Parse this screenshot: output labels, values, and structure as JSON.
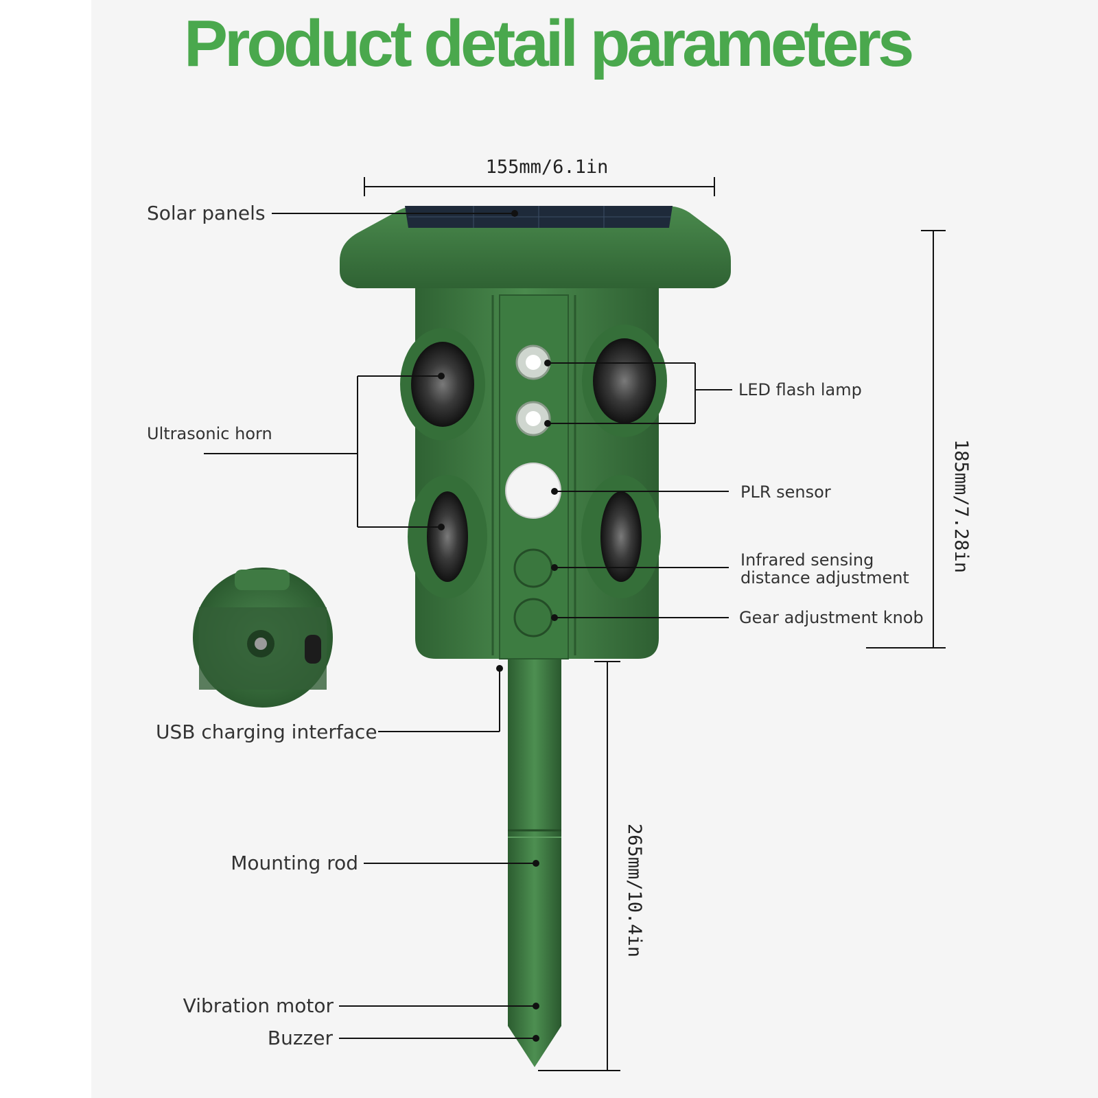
{
  "title": "Product detail parameters",
  "labels": {
    "solar_panels": "Solar panels",
    "ultrasonic_horn": "Ultrasonic horn",
    "led_flash_lamp": "LED flash lamp",
    "plr_sensor": "PLR sensor",
    "infrared_line1": "Infrared sensing",
    "infrared_line2": "distance adjustment",
    "gear_knob": "Gear adjustment knob",
    "usb_interface": "USB charging interface",
    "mounting_rod": "Mounting rod",
    "vibration_motor": "Vibration motor",
    "buzzer": "Buzzer"
  },
  "dimensions": {
    "width": "155mm/6.1in",
    "body_height": "185mm/7.28in",
    "rod_length": "265mm/10.4in"
  },
  "colors": {
    "title_green": "#4aa84d",
    "device_green": "#3f7e43",
    "background": "#f5f5f5"
  }
}
